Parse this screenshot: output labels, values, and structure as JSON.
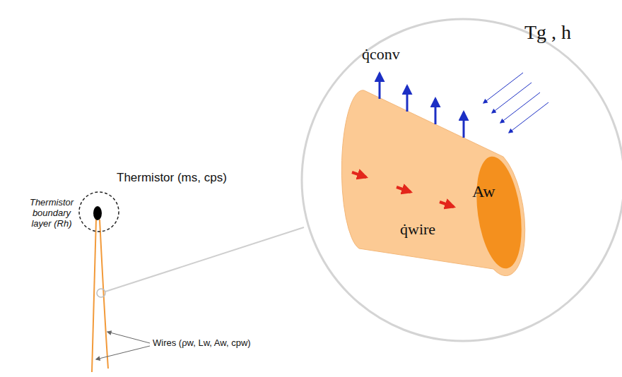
{
  "diagram": {
    "labels": [
      "Thermistor (ms, cps)",
      "Thermistor boundary layer (Rh)",
      "Wires (ρw, Lw, Aw, cpw)",
      "q̇conv",
      "q̇wire",
      "Aw",
      "Tg , h"
    ]
  }
}
